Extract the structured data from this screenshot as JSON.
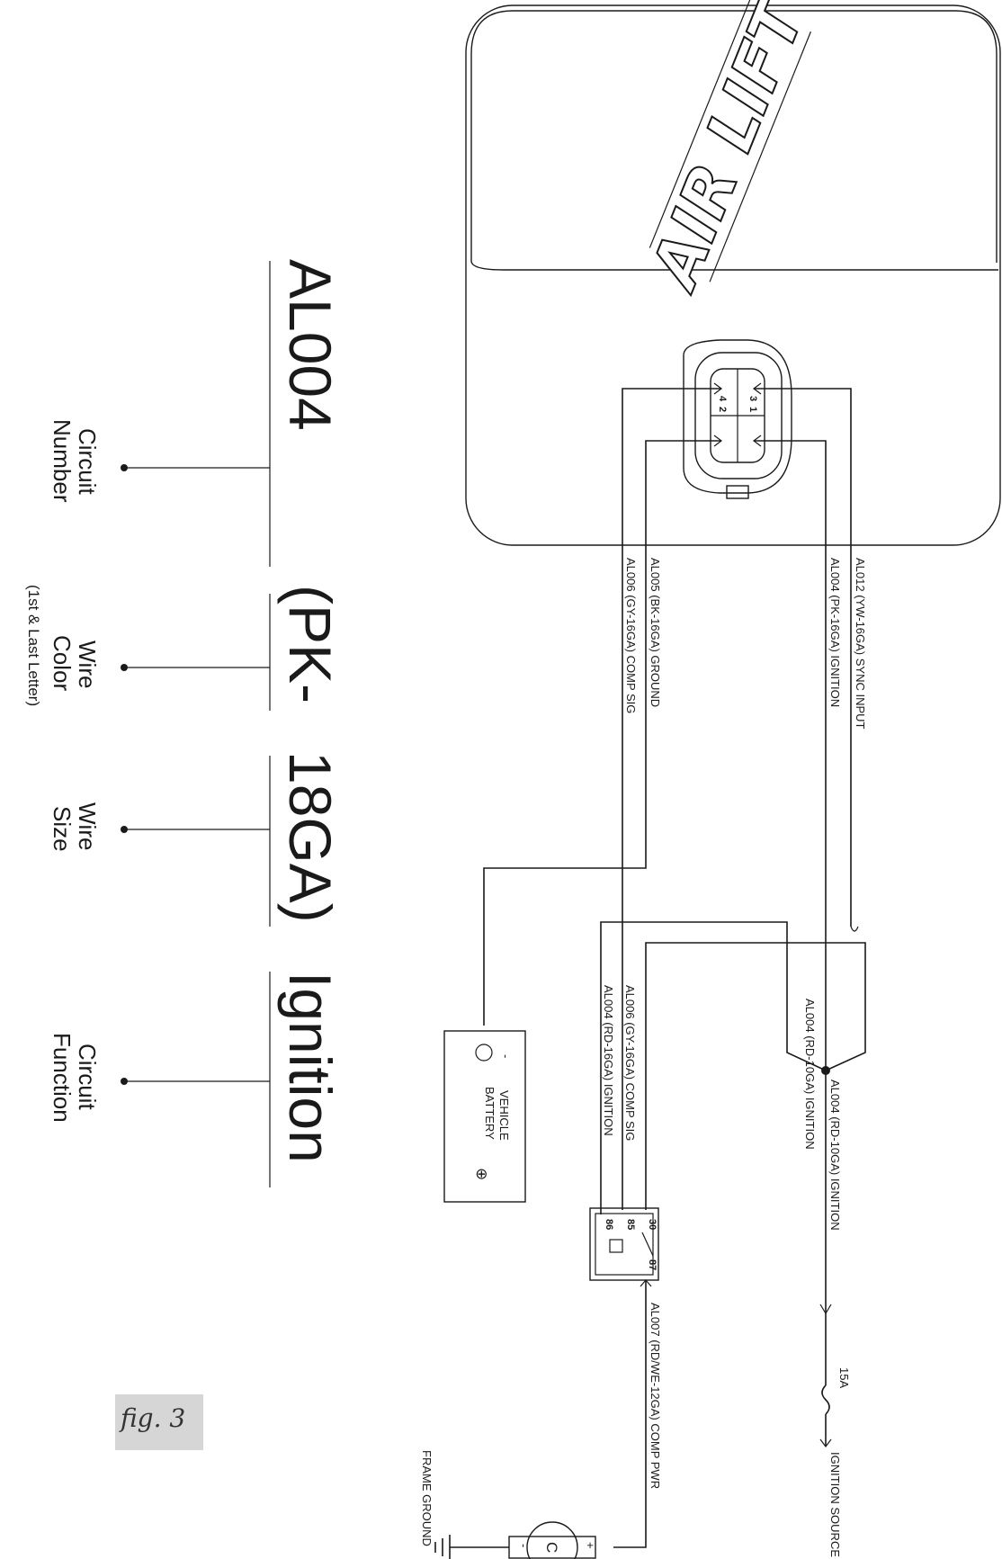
{
  "brand": "AIR LIFT",
  "connector": {
    "pins": [
      "1",
      "2",
      "3",
      "4"
    ]
  },
  "wires_top": {
    "al012": "AL012 (YW-16GA) SYNC INPUT",
    "al004_pk": "AL004 (PK-16GA) IGNITION",
    "al005": "AL005 (BK-16GA) GROUND",
    "al006": "AL006 (GY-16GA) COMP SIG"
  },
  "wires_relay": {
    "al004_rd10": "AL004 (RD-10GA) IGNITION",
    "al006": "AL006 (GY-16GA) COMP SIG",
    "al004_rd16": "AL004 (RD-16GA) IGNITION"
  },
  "main_feed": "AL004 (RD-10GA) IGNITION",
  "comp_pwr": "AL007 (RD/WE-12GA) COMP PWR",
  "fuse": "15A",
  "ignition_source": "IGNITION SOURCE",
  "frame_ground": "FRAME GROUND",
  "battery": {
    "label_1": "VEHICLE",
    "label_2": "BATTERY",
    "neg": "-",
    "pos": "⊕"
  },
  "relay_pins": [
    "30",
    "85",
    "86",
    "87"
  ],
  "compressor": {
    "label": "C",
    "plus": "+",
    "minus": "-"
  },
  "legend": {
    "circuit": "AL004",
    "color": "(PK-",
    "size": "18GA)",
    "function": "Ignition",
    "circuit_label_1": "Circuit",
    "circuit_label_2": "Number",
    "color_label_1": "Wire",
    "color_label_2": "Color",
    "color_label_3": "(1st & Last Letter)",
    "size_label_1": "Wire",
    "size_label_2": "Size",
    "function_label_1": "Circuit",
    "function_label_2": "Function"
  },
  "figure_caption": "fig. 3"
}
